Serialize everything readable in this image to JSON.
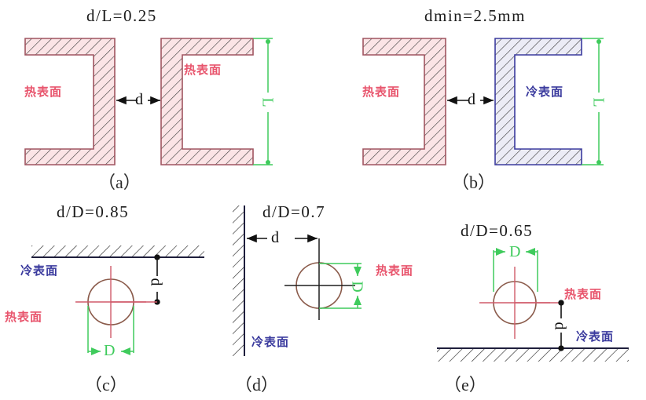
{
  "figure": {
    "title_implicit": "",
    "colors": {
      "hot_surface_stroke": "#a05560",
      "hot_surface_fill": "#fbe4e6",
      "hot_surface_text": "#e8556d",
      "cold_surface_stroke": "#3b3b9e",
      "cold_surface_fill": "#ececf5",
      "cold_surface_text": "#3b3b9e",
      "dimension_green": "#3fcb5c",
      "dimension_black": "#111111",
      "hatch_black": "#2a2a2a",
      "background": "#ffffff"
    },
    "labels": {
      "hot_surface": "热表面",
      "cold_surface": "冷表面",
      "d": "d",
      "D": "D",
      "L": "L"
    }
  },
  "panels": [
    {
      "id": "a",
      "caption": "（a）",
      "title": "d/L=0.25",
      "left_body_label": "热表面",
      "left_body_type": "hot",
      "right_body_label": "热表面",
      "right_body_type": "hot",
      "gap_label": "d",
      "height_label": "L"
    },
    {
      "id": "b",
      "caption": "（b）",
      "title": "dmin=2.5mm",
      "left_body_label": "热表面",
      "left_body_type": "hot",
      "right_body_label": "冷表面",
      "right_body_type": "cold",
      "gap_label": "d",
      "height_label": "L"
    },
    {
      "id": "c",
      "caption": "（c）",
      "title": "d/D=0.85",
      "plane_label": "冷表面",
      "plane_type": "cold",
      "circle_label": "热表面",
      "circle_type": "hot",
      "gap_label": "d",
      "diameter_label": "D"
    },
    {
      "id": "d",
      "caption": "（d）",
      "title": "d/D=0.7",
      "plane_label": "冷表面",
      "plane_type": "cold",
      "circle_label": "热表面",
      "circle_type": "hot",
      "gap_label": "d",
      "diameter_label": "D"
    },
    {
      "id": "e",
      "caption": "（e）",
      "title": "d/D=0.65",
      "plane_label": "冷表面",
      "plane_type": "cold",
      "circle_label": "热表面",
      "circle_type": "hot",
      "gap_label": "d",
      "diameter_label": "D"
    }
  ]
}
